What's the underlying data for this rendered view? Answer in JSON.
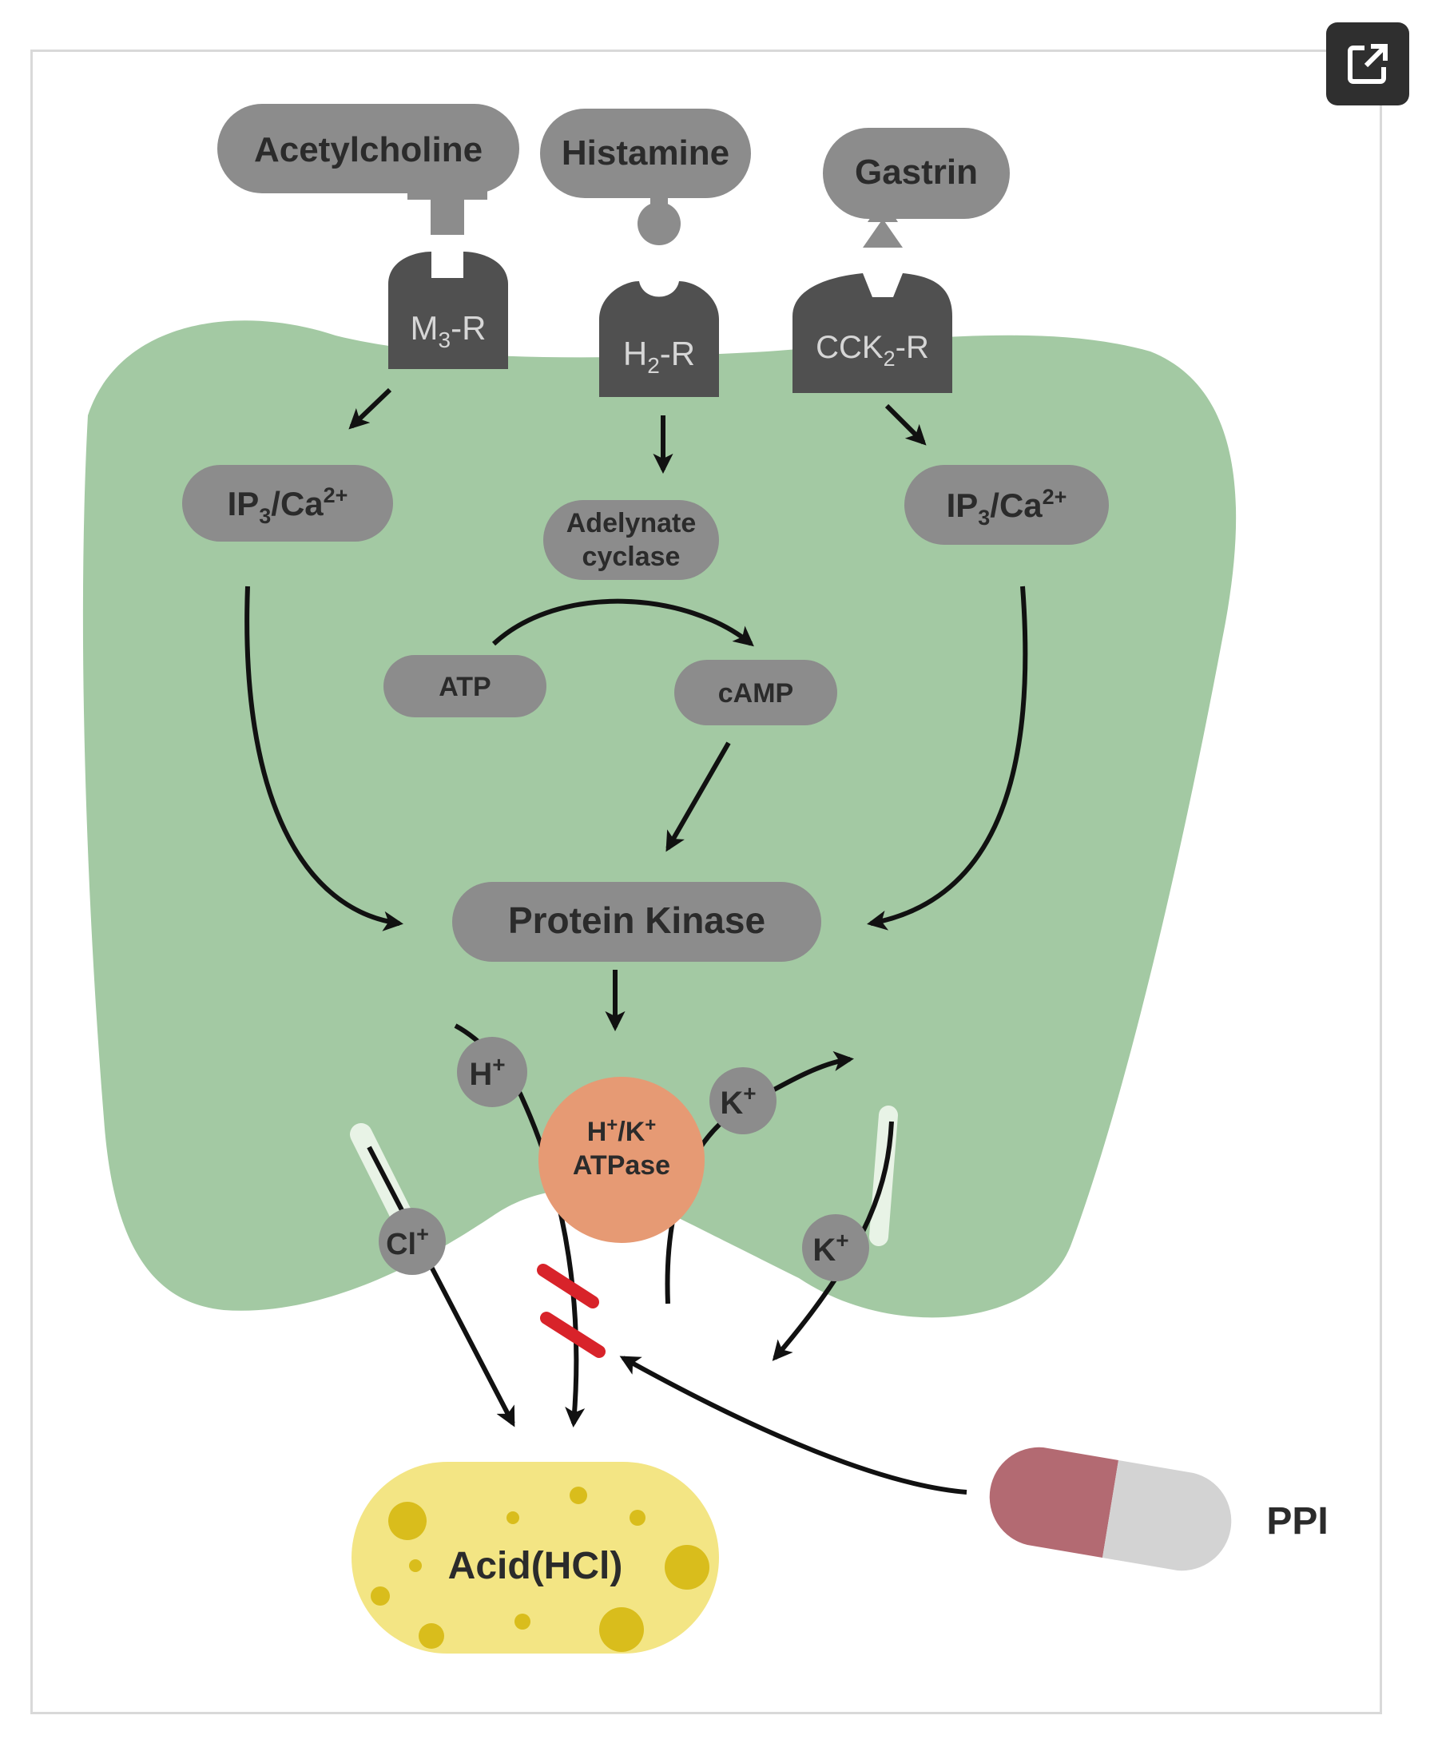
{
  "toolbar": {
    "expand_icon": "open-in-new-icon"
  },
  "ligands": {
    "acetylcholine": "Acetylcholine",
    "histamine": "Histamine",
    "gastrin": "Gastrin"
  },
  "receptors": {
    "m3": {
      "base": "M",
      "sub": "3",
      "suffix": "-R"
    },
    "h2": {
      "base": "H",
      "sub": "2",
      "suffix": "-R"
    },
    "cck2": {
      "base": "CCK",
      "sub": "2",
      "suffix": "-R"
    }
  },
  "messengers": {
    "ip3_left": {
      "a": "IP",
      "sub": "3",
      "b": "/Ca",
      "sup": "2+"
    },
    "ip3_right": {
      "a": "IP",
      "sub": "3",
      "b": "/Ca",
      "sup": "2+"
    },
    "adenylate_line1": "Adelynate",
    "adenylate_line2": "cyclase",
    "atp": "ATP",
    "camp": "cAMP",
    "protein_kinase": "Protein Kinase"
  },
  "ions": {
    "h": {
      "base": "H",
      "sup": "+"
    },
    "k_top": {
      "base": "K",
      "sup": "+"
    },
    "k_bottom": {
      "base": "K",
      "sup": "+"
    },
    "cl": {
      "base": "Cl",
      "sup": "+"
    }
  },
  "pump": {
    "line1": {
      "a": "H",
      "sup1": "+",
      "b": "/K",
      "sup2": "+"
    },
    "line2": "ATPase"
  },
  "acid": "Acid(HCl)",
  "drug": "PPI",
  "colors": {
    "cell": "#a3c9a3",
    "node": "#8c8c8c",
    "receptor": "#505050",
    "pump": "#e69a74",
    "acid": "#f3e584",
    "acid_dots": "#d9bd1c",
    "pill_red": "#b36a72",
    "pill_grey": "#d3d3d3",
    "block": "#d8232a"
  }
}
